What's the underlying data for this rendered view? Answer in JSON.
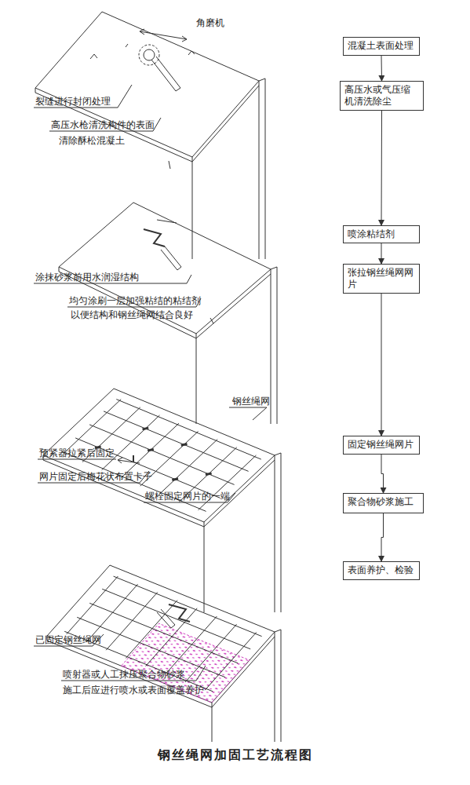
{
  "diagram": {
    "caption": "钢丝绳网加固工艺流程图",
    "nodes": [
      {
        "text": [
          "混凝土表面处理"
        ]
      },
      {
        "text": [
          "高压水或气压缩机清洗除尘"
        ]
      },
      {
        "text": [
          "喷涂粘结剂"
        ]
      },
      {
        "text": [
          "张拉钢丝绳网网片"
        ]
      },
      {
        "text": [
          "固定钢丝绳网片"
        ]
      },
      {
        "text": [
          "聚合物砂浆施工"
        ]
      },
      {
        "text": [
          "表面养护、检验"
        ]
      }
    ],
    "edges": [
      {
        "from": 0,
        "to": 1,
        "arrow": "to"
      },
      {
        "from": 1,
        "to": 2,
        "arrow": "to"
      },
      {
        "from": 2,
        "to": 3,
        "arrow": "to"
      },
      {
        "from": 3,
        "to": 4,
        "arrow": "to"
      },
      {
        "from": 4,
        "to": 5,
        "arrow": "to"
      },
      {
        "from": 5,
        "to": 6,
        "arrow": "to"
      }
    ],
    "labels": [
      "角磨机",
      "裂缝进行封闭处理",
      "高压水枪清洗构件的表面",
      "清除酥松混凝土",
      "涂抹砂浆前用水润湿结构",
      "均匀涂刷一层加强粘结的粘结剂",
      "以便结构和钢丝绳网结合良好",
      "钢丝绳网",
      "预紧器拉紧后固定",
      "网片固定后梅花状布置卡子",
      "螺栓固定网片的一端",
      "已固定钢丝绳网",
      "喷射器或人工抹压聚合物砂浆",
      "施工后应进行喷水或表面覆盖养护"
    ]
  }
}
